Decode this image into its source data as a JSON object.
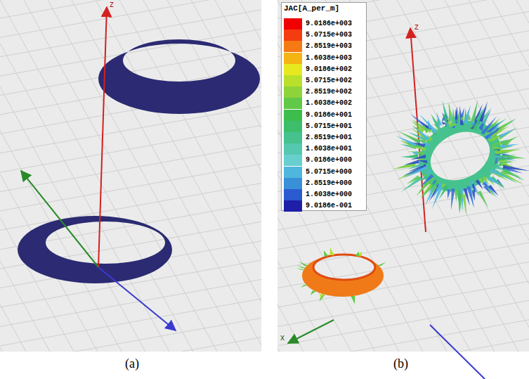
{
  "diagram": {
    "labels": [
      "z",
      "(a)",
      "JAC[A_per_m]",
      "z",
      "x",
      "(b)"
    ],
    "legend": [
      {
        "text": "9.0186e+003",
        "color": "#f00000"
      },
      {
        "text": "5.0715e+003",
        "color": "#f43c10"
      },
      {
        "text": "2.8519e+003",
        "color": "#f57a14"
      },
      {
        "text": "1.6038e+003",
        "color": "#f4b414"
      },
      {
        "text": "9.0186e+002",
        "color": "#e8e820"
      },
      {
        "text": "5.0715e+002",
        "color": "#b9e02a"
      },
      {
        "text": "2.8519e+002",
        "color": "#8ed33a"
      },
      {
        "text": "1.6038e+002",
        "color": "#62c848"
      },
      {
        "text": "9.0186e+001",
        "color": "#3dbe4c"
      },
      {
        "text": "5.0715e+001",
        "color": "#3dbe6a"
      },
      {
        "text": "2.8519e+001",
        "color": "#45c28e"
      },
      {
        "text": "1.6038e+001",
        "color": "#55c8b0"
      },
      {
        "text": "9.0186e+000",
        "color": "#68cfcf"
      },
      {
        "text": "5.0715e+000",
        "color": "#4fb6dd"
      },
      {
        "text": "2.8519e+000",
        "color": "#3a90d8"
      },
      {
        "text": "1.6038e+000",
        "color": "#2a5ad0"
      },
      {
        "text": "9.0186e-001",
        "color": "#1e1ea8"
      }
    ]
  }
}
